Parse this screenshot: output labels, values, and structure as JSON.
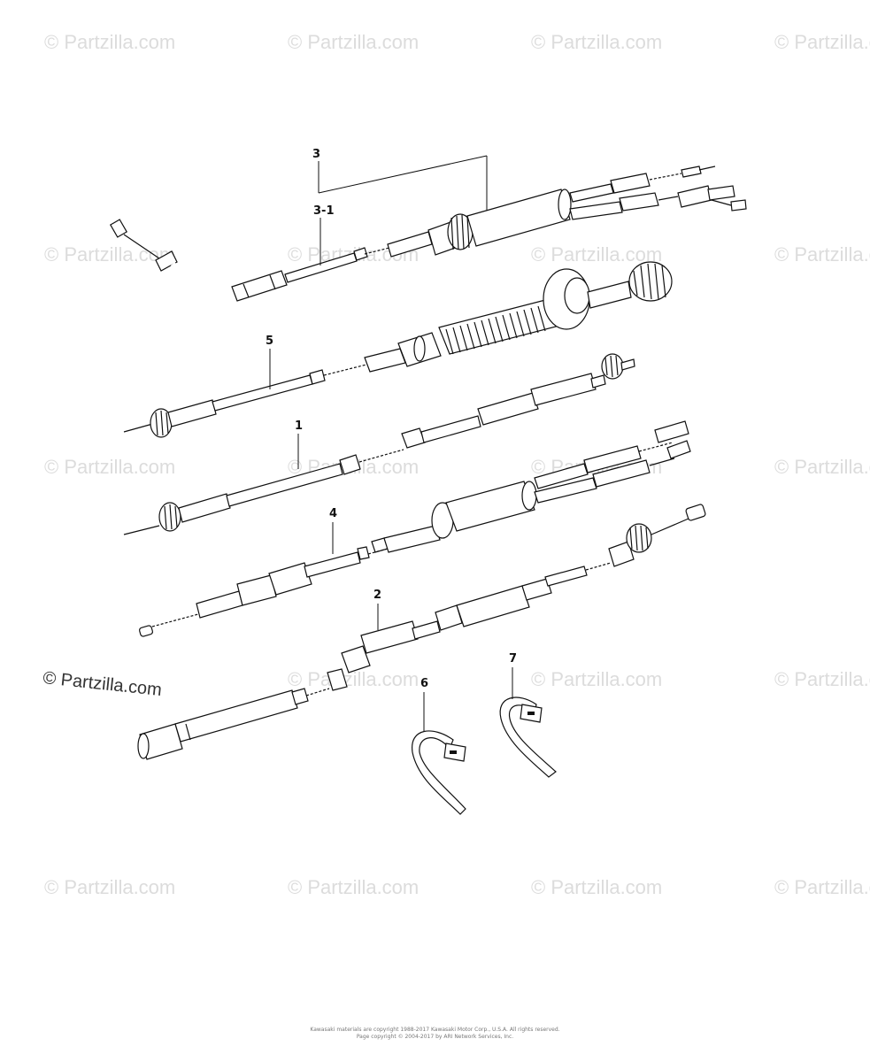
{
  "watermark": {
    "text": "© Partzilla.com",
    "highlight_text": "© Partzilla.com"
  },
  "callouts": {
    "c3": "3",
    "c3_1": "3-1",
    "c5": "5",
    "c1": "1",
    "c4": "4",
    "c2": "2",
    "c6": "6",
    "c7": "7"
  },
  "copyright": {
    "line1": "Kawasaki materials are copyright 1988-2017 Kawasaki Motor Corp., U.S.A. All rights reserved.",
    "line2": "Page copyright © 2004-2017 by ARI Network Services, Inc."
  },
  "colors": {
    "ink": "#111111",
    "watermark": "#dcdcdc",
    "background": "#ffffff"
  }
}
